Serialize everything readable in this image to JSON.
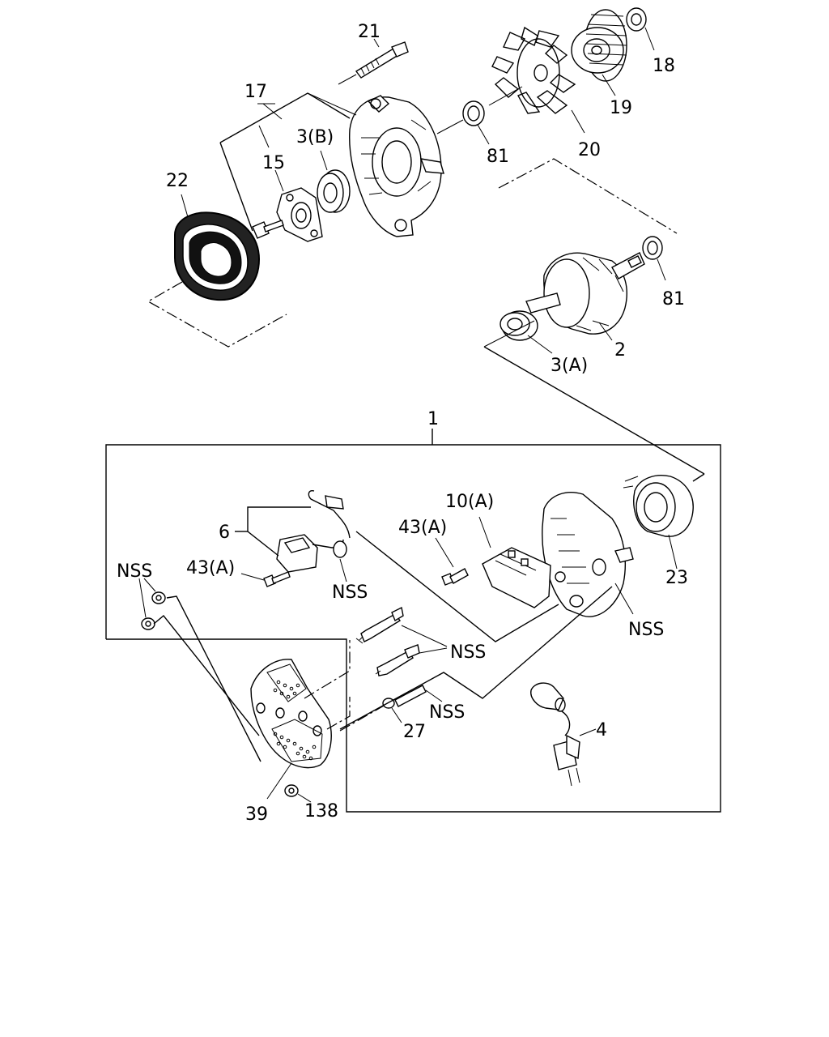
{
  "diagram": {
    "labels": {
      "l1": "1",
      "l2": "2",
      "l3a": "3(A)",
      "l3b": "3(B)",
      "l4": "4",
      "l6": "6",
      "l10a": "10(A)",
      "l15": "15",
      "l17": "17",
      "l18": "18",
      "l19": "19",
      "l20": "20",
      "l21": "21",
      "l22": "22",
      "l23": "23",
      "l27": "27",
      "l39": "39",
      "l43a_left": "43(A)",
      "l43a_right": "43(A)",
      "l81_top": "81",
      "l81_right": "81",
      "l138": "138",
      "nss_topleft": "NSS",
      "nss_regulator": "NSS",
      "nss_terminals": "NSS",
      "nss_stud": "NSS",
      "nss_rearframe": "NSS"
    }
  }
}
